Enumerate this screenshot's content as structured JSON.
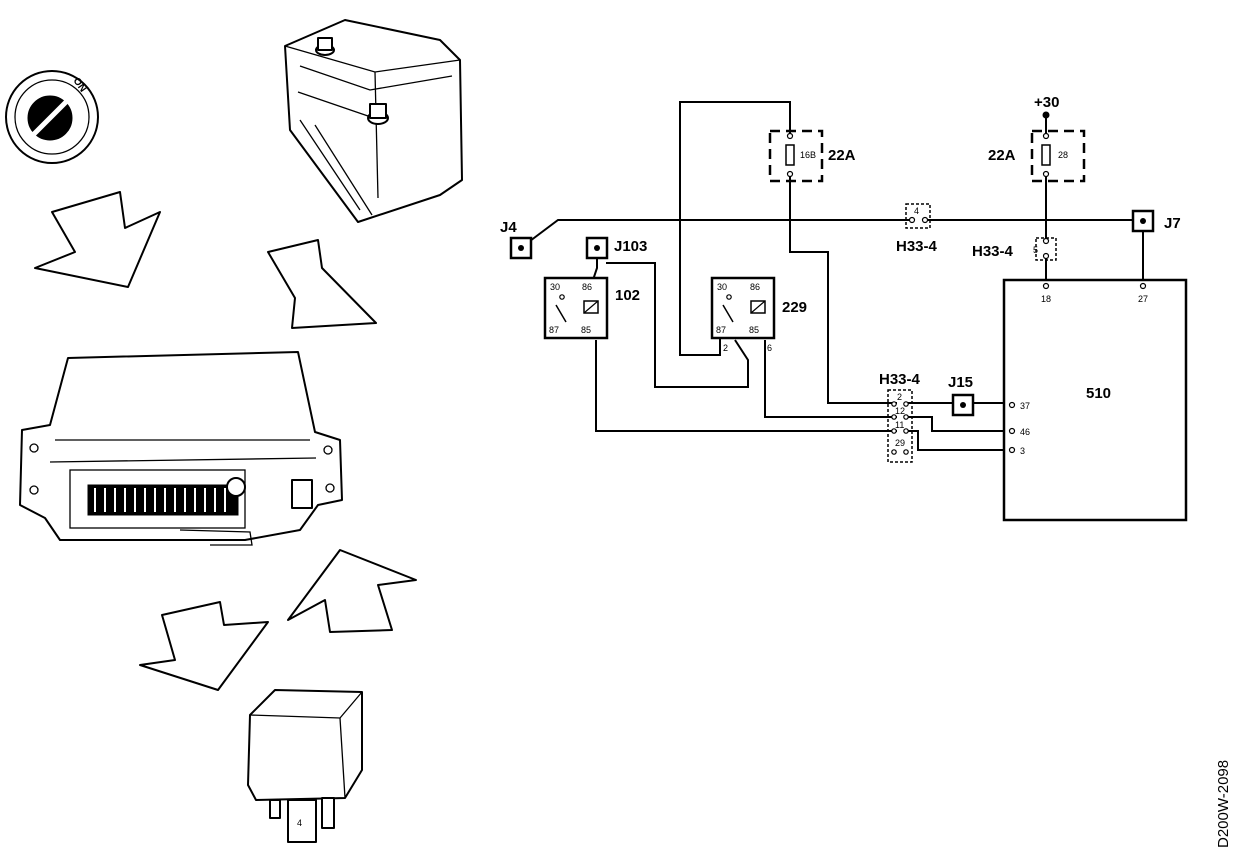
{
  "figure_code": "D200W-2098",
  "ignition": {
    "on_text": "ON"
  },
  "fuses": {
    "left": {
      "label": "22A",
      "number": "16B"
    },
    "right": {
      "label": "22A",
      "number": "28",
      "supply": "+30"
    }
  },
  "junctions": {
    "j4": "J4",
    "j103": "J103",
    "j7": "J7",
    "j15": "J15"
  },
  "connectors": {
    "h33_top_mid": {
      "label": "H33-4",
      "pin": "4"
    },
    "h33_top_right": {
      "label": "H33-4",
      "pin": "5"
    },
    "h33_bottom": {
      "label": "H33-4",
      "pins": [
        "2",
        "12",
        "11",
        "29"
      ]
    }
  },
  "relays": {
    "r102": {
      "label": "102",
      "pins": [
        "30",
        "86",
        "87",
        "85"
      ]
    },
    "r229": {
      "label": "229",
      "pins": [
        "30",
        "86",
        "87",
        "85"
      ],
      "foot_pins": [
        "2",
        "6"
      ]
    }
  },
  "control_unit": {
    "label": "510",
    "top_pins": [
      "18",
      "27"
    ],
    "side_pins": [
      "37",
      "46",
      "3"
    ]
  }
}
